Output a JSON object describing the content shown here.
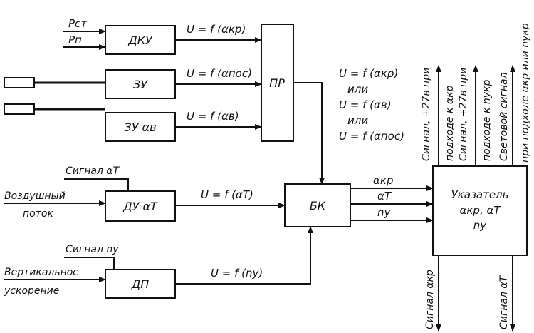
{
  "inputs": {
    "p_st": "Pст",
    "p_p": "Pп",
    "vozd_1": "Воздушный",
    "vozd_2": "поток",
    "vert_1": "Вертикальное",
    "vert_2": "ускорение",
    "signal_at": "Сигнал αT",
    "signal_ny": "Сигнал nу"
  },
  "blocks": {
    "dku": "ДКУ",
    "zu1": "ЗУ",
    "zu2": "ЗУ αв",
    "pr": "ПР",
    "du": "ДУ αT",
    "dp": "ДП",
    "bk": "БК",
    "ukaz_1": "Указатель",
    "ukaz_2": "αкр, αT",
    "ukaz_3": "nу"
  },
  "signals": {
    "u_akr": "U = f (αкр)",
    "u_apos": "U = f (αпос)",
    "u_ab": "U = f (αв)",
    "u_at": "U = f (αT)",
    "u_ny": "U = f (nу)",
    "ili_1": "U = f (αкр)",
    "ili_2": "или",
    "ili_3": "U = f (αв)",
    "ili_4": "или",
    "ili_5": "U = f (αпос)",
    "bk_akr": "αкр",
    "bk_at": "αT",
    "bk_ny": "nу"
  },
  "outputs": {
    "o1": "Сигнал, +27в при",
    "o2": "подходе к αкр",
    "o3": "Сигнал, +27в при",
    "o4": "подходе к nукр",
    "o5": "Световой сигнал",
    "o6": "при подходе αкр или nукр",
    "b1": "Сигнал αкр",
    "b2": "Сигнал αT"
  }
}
